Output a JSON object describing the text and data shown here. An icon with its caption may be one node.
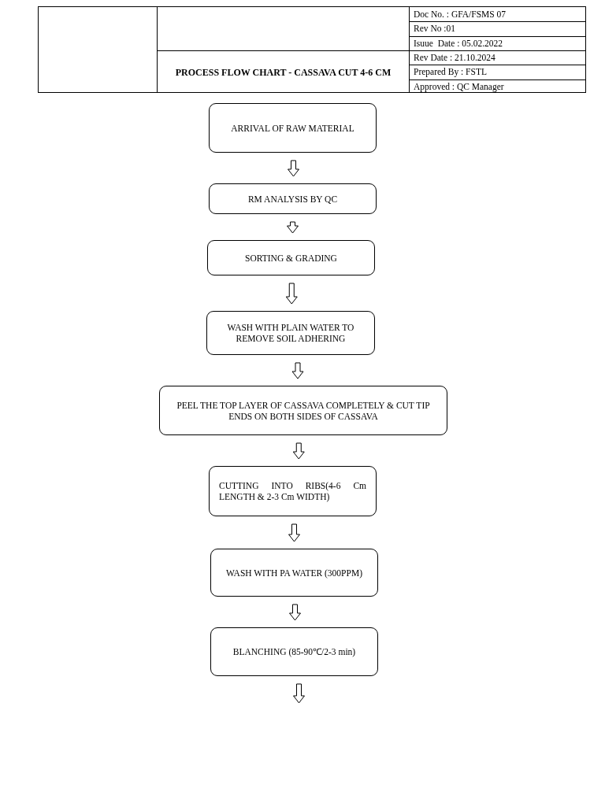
{
  "diagram": {
    "title": "PROCESS FLOW CHART - CASSAVA CUT 4-6 CM",
    "nodes": [
      {
        "text": [
          "ARRIVAL OF RAW MATERIAL"
        ]
      },
      {
        "text": [
          "RM ANALYSIS BY QC"
        ]
      },
      {
        "text": [
          "SORTING & GRADING"
        ]
      },
      {
        "text": [
          "WASH WITH PLAIN WATER TO REMOVE SOIL ADHERING"
        ]
      },
      {
        "text": [
          "PEEL THE TOP LAYER OF CASSAVA COMPLETELY & CUT TIP ENDS ON BOTH SIDES OF CASSAVA"
        ]
      },
      {
        "text": [
          "CUTTING INTO RIBS(4-6 Cm LENGTH & 2-3 Cm WIDTH)"
        ]
      },
      {
        "text": [
          "WASH WITH PA WATER (300PPM)"
        ]
      },
      {
        "text": [
          "BLANCHING (85-90℃/2-3 min)"
        ]
      }
    ],
    "edges": [
      {
        "from": 0,
        "to": 1,
        "arrow": "to"
      },
      {
        "from": 1,
        "to": 2,
        "arrow": "to"
      },
      {
        "from": 2,
        "to": 3,
        "arrow": "to"
      },
      {
        "from": 3,
        "to": 4,
        "arrow": "to"
      },
      {
        "from": 4,
        "to": 5,
        "arrow": "to"
      },
      {
        "from": 5,
        "to": 6,
        "arrow": "to"
      },
      {
        "from": 6,
        "to": 7,
        "arrow": "to"
      },
      {
        "from": 7,
        "to": null,
        "arrow": "to"
      }
    ],
    "labels": [
      "Doc No. : GFA/FSMS 07",
      "Rev No :01",
      "Isuue  Date : 05.02.2022",
      "Rev Date : 21.10.2024",
      "Prepared By : FSTL",
      "Approved : QC Manager"
    ]
  }
}
